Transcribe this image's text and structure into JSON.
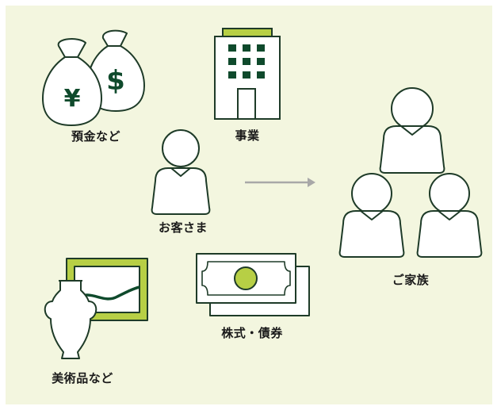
{
  "labels": {
    "savings": "預金など",
    "business": "事業",
    "customer": "お客さま",
    "family": "ご家族",
    "stocks_bonds": "株式・債券",
    "art": "美術品など"
  },
  "symbols": {
    "yen": "¥",
    "dollar": "$"
  },
  "colors": {
    "background": "#f3f6df",
    "accent_green": "#b7cf45",
    "dark_green": "#0f4a2c",
    "arrow": "#a8a8a8",
    "outline": "#1e3b28"
  },
  "icons": [
    "money-bags-icon",
    "building-icon",
    "person-icon",
    "arrow-icon",
    "family-icon",
    "banknote-icon",
    "vase-painting-icon"
  ]
}
